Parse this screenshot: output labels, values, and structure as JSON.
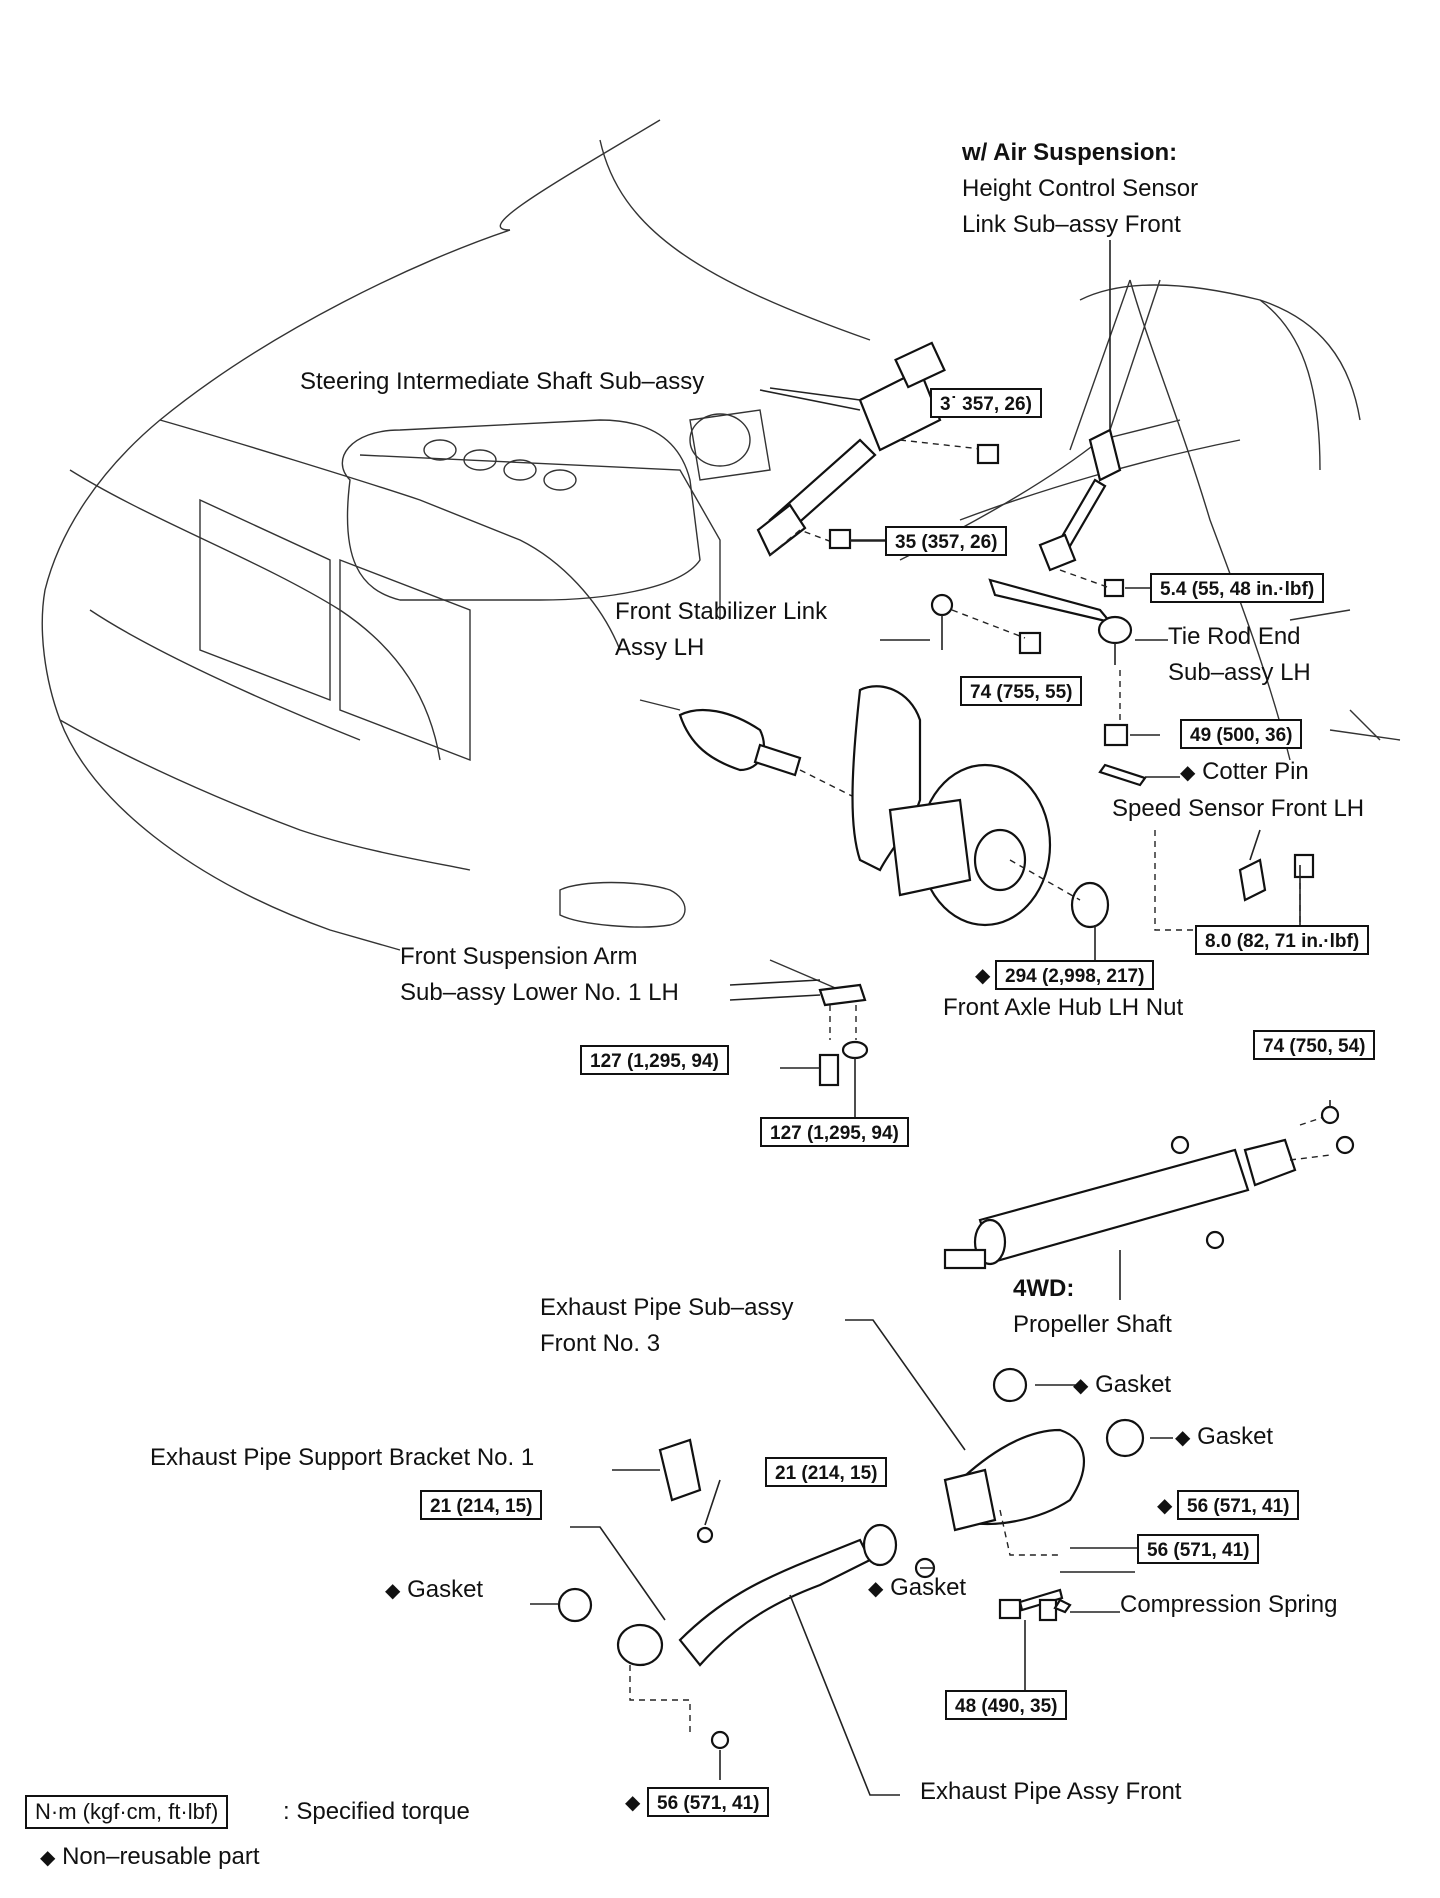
{
  "labels": {
    "air_suspension_title": "w/ Air Suspension:",
    "height_sensor_1": "Height Control Sensor",
    "height_sensor_2": "Link Sub–assy Front",
    "steering_shaft": "Steering Intermediate Shaft Sub–assy",
    "stabilizer_1": "Front Stabilizer Link",
    "stabilizer_2": "Assy LH",
    "tie_rod_1": "Tie Rod End",
    "tie_rod_2": "Sub–assy LH",
    "cotter_pin": "Cotter Pin",
    "speed_sensor": "Speed Sensor Front LH",
    "susp_arm_1": "Front Suspension Arm",
    "susp_arm_2": "Sub–assy Lower No. 1 LH",
    "axle_nut": "Front Axle Hub LH Nut",
    "fwd": "4WD:",
    "propeller": "Propeller Shaft",
    "exh_front3_1": "Exhaust Pipe Sub–assy",
    "exh_front3_2": "Front No. 3",
    "gasket": "Gasket",
    "bracket": "Exhaust Pipe Support Bracket No. 1",
    "compression_spring": "Compression Spring",
    "exh_assy_front": "Exhaust Pipe Assy Front"
  },
  "torque": {
    "steering_upper": "3˙ 357, 26)",
    "steering_lower": "35 (357, 26)",
    "height_sensor": "5.4 (55, 48 in.·lbf)",
    "stabilizer": "74 (755, 55)",
    "tie_rod": "49 (500, 36)",
    "speed_sensor": "8.0 (82, 71 in.·lbf)",
    "axle_nut": "294 (2,998, 217)",
    "arm_bolt": "127 (1,295, 94)",
    "arm_nut": "127 (1,295, 94)",
    "propeller": "74 (750, 54)",
    "bracket_nut": "21 (214, 15)",
    "exh_pipe_bolt": "21 (214, 15)",
    "exh_nut_upper": "56 (571, 41)",
    "exh_bolt": "56 (571, 41)",
    "spring_bolt": "48 (490, 35)",
    "exh_nut_lower": "56 (571, 41)"
  },
  "legend": {
    "torque_unit": "N·m (kgf·cm, ft·lbf)",
    "torque_desc": ": Specified torque",
    "non_reusable": "Non–reusable part",
    "diamond": "◆"
  }
}
